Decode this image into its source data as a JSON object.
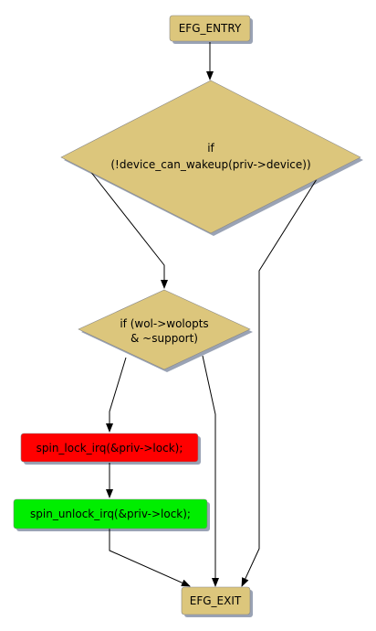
{
  "diagram": {
    "nodes": {
      "entry": {
        "label": "EFG_ENTRY",
        "color": "#dcc67c"
      },
      "decision1": {
        "line1": "if",
        "line2": "(!device_can_wakeup(priv->device))",
        "color": "#dcc67c"
      },
      "decision2": {
        "line1": "if (wol->wolopts",
        "line2": "& ~support)",
        "color": "#dcc67c"
      },
      "lock": {
        "label": "spin_lock_irq(&priv->lock);",
        "color": "#ff0000"
      },
      "unlock": {
        "label": "spin_unlock_irq(&priv->lock);",
        "color": "#00ee00"
      },
      "exit": {
        "label": "EFG_EXIT",
        "color": "#dcc67c"
      }
    },
    "shadow_color": "#9aa3b5"
  }
}
